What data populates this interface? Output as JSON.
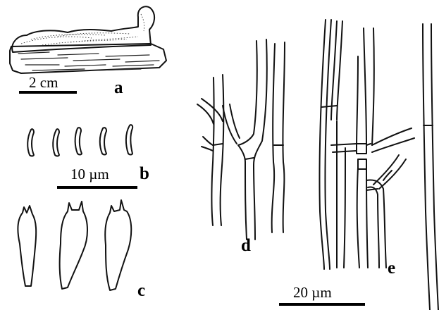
{
  "figure": {
    "panels": {
      "a": {
        "letter": "a",
        "scale_text": "2 cm"
      },
      "b": {
        "letter": "b",
        "scale_text": "10 µm"
      },
      "c": {
        "letter": "c"
      },
      "d": {
        "letter": "d"
      },
      "e": {
        "letter": "e",
        "scale_text": "20 µm"
      }
    },
    "colors": {
      "ink": "#111111",
      "background": "#ffffff"
    }
  }
}
